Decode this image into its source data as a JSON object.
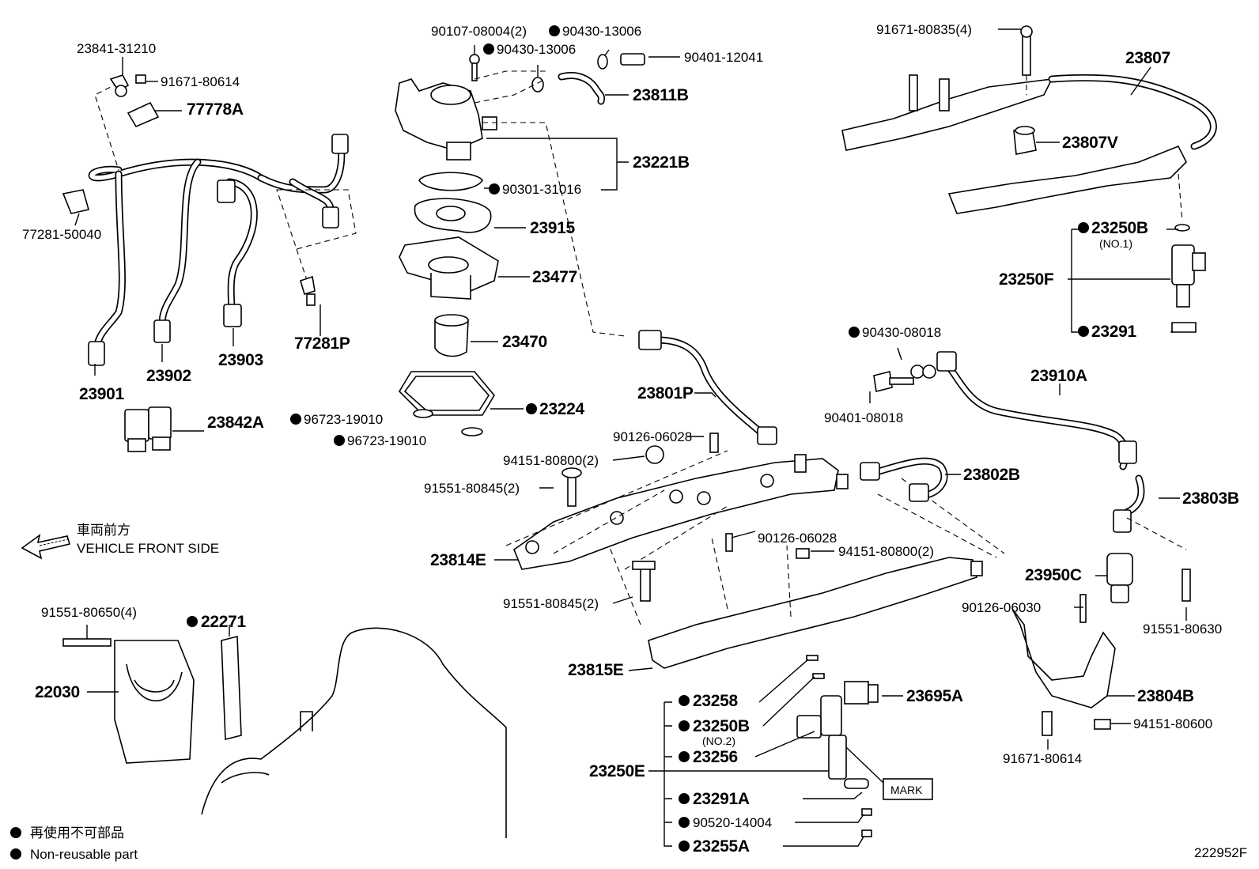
{
  "labels": [
    {
      "id": "l1",
      "text": "23841-31210"
    },
    {
      "id": "l2",
      "text": "91671-80614"
    },
    {
      "id": "l3",
      "text": "77778A"
    },
    {
      "id": "l4",
      "text": "77281-50040"
    },
    {
      "id": "l5",
      "text": "77281P"
    },
    {
      "id": "l6",
      "text": "23901"
    },
    {
      "id": "l7",
      "text": "23902"
    },
    {
      "id": "l8",
      "text": "23903"
    },
    {
      "id": "l9",
      "text": "23842A"
    },
    {
      "id": "l10",
      "text": "90107-08004(2)"
    },
    {
      "id": "l11",
      "text": "90430-13006"
    },
    {
      "id": "l12",
      "text": "90430-13006"
    },
    {
      "id": "l13",
      "text": "90401-12041"
    },
    {
      "id": "l14",
      "text": "23811B"
    },
    {
      "id": "l15",
      "text": "23221B"
    },
    {
      "id": "l16",
      "text": "90301-31016"
    },
    {
      "id": "l17",
      "text": "23915"
    },
    {
      "id": "l18",
      "text": "23477"
    },
    {
      "id": "l19",
      "text": "23470"
    },
    {
      "id": "l20",
      "text": "23224"
    },
    {
      "id": "l21",
      "text": "96723-19010"
    },
    {
      "id": "l22",
      "text": "96723-19010"
    },
    {
      "id": "l23",
      "text": "23801P"
    },
    {
      "id": "l24",
      "text": "90126-06028"
    },
    {
      "id": "l25",
      "text": "94151-80800(2)"
    },
    {
      "id": "l26",
      "text": "91551-80845(2)"
    },
    {
      "id": "l27",
      "text": "23814E"
    },
    {
      "id": "l28",
      "text": "91551-80845(2)"
    },
    {
      "id": "l29",
      "text": "90126-06028"
    },
    {
      "id": "l30",
      "text": "94151-80800(2)"
    },
    {
      "id": "l31",
      "text": "23815E"
    },
    {
      "id": "l32",
      "text": "23802B"
    },
    {
      "id": "l33",
      "text": "90430-08018"
    },
    {
      "id": "l34",
      "text": "90401-08018"
    },
    {
      "id": "l35",
      "text": "23910A"
    },
    {
      "id": "l36",
      "text": "23803B"
    },
    {
      "id": "l37",
      "text": "23950C"
    },
    {
      "id": "l38",
      "text": "90126-06030"
    },
    {
      "id": "l39",
      "text": "91551-80630"
    },
    {
      "id": "l40",
      "text": "23804B"
    },
    {
      "id": "l41",
      "text": "94151-80600"
    },
    {
      "id": "l42",
      "text": "91671-80614"
    },
    {
      "id": "l43",
      "text": "91671-80835(4)"
    },
    {
      "id": "l44",
      "text": "23807"
    },
    {
      "id": "l45",
      "text": "23807V"
    },
    {
      "id": "l46",
      "text": "23250B"
    },
    {
      "id": "l47",
      "text": "(NO.1)"
    },
    {
      "id": "l48",
      "text": "23250F"
    },
    {
      "id": "l49",
      "text": "23291"
    },
    {
      "id": "l50",
      "text": "91551-80650(4)"
    },
    {
      "id": "l51",
      "text": "22271"
    },
    {
      "id": "l52",
      "text": "22030"
    },
    {
      "id": "l53",
      "text": "23258"
    },
    {
      "id": "l54",
      "text": "23250B"
    },
    {
      "id": "l55",
      "text": "(NO.2)"
    },
    {
      "id": "l56",
      "text": "23256"
    },
    {
      "id": "l57",
      "text": "23250E"
    },
    {
      "id": "l58",
      "text": "23291A"
    },
    {
      "id": "l59",
      "text": "90520-14004"
    },
    {
      "id": "l60",
      "text": "23255A"
    },
    {
      "id": "l61",
      "text": "23695A"
    },
    {
      "id": "l62",
      "text": "MARK"
    }
  ],
  "front_note": {
    "jp": "車両前方",
    "en": "VEHICLE FRONT SIDE"
  },
  "legend": {
    "jp": "再使用不可部品",
    "en": "Non-reusable part"
  },
  "figure_id": "222952F"
}
